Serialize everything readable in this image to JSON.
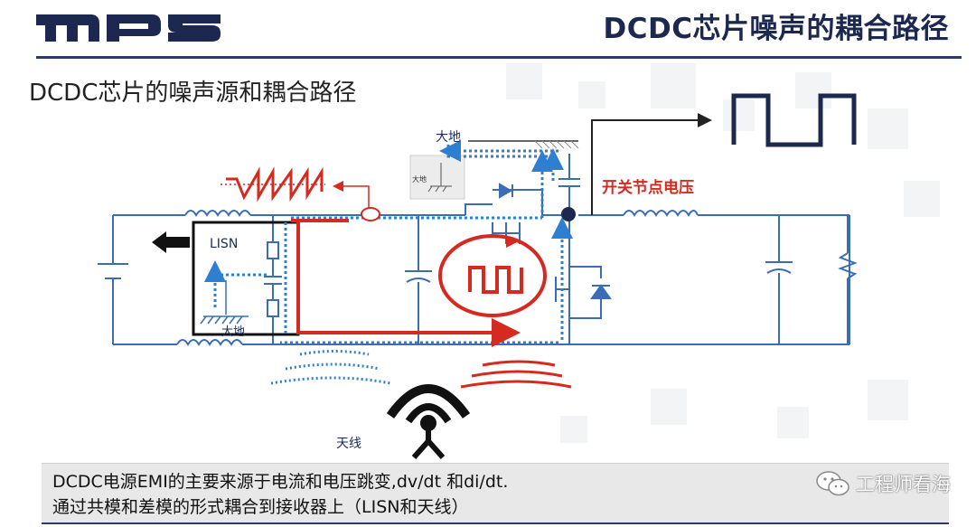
{
  "header": {
    "logo_text": "mps",
    "title": "DCDC芯片噪声的耦合路径"
  },
  "subtitle": "DCDC芯片的噪声源和耦合路径",
  "diagram": {
    "lisn_label": "LISN",
    "ground_small_label": "大地",
    "ground_top_label": "大地",
    "inset_label": "大地",
    "switch_node_label": "开关节点电压",
    "antenna_label": "天线"
  },
  "caption": {
    "line1": "DCDC电源EMI的主要来源于电流和电压跳变,dv/dt 和di/dt.",
    "line2": "通过共模和差模的形式耦合到接收器上（LISN和天线）"
  },
  "watermark": {
    "text": "工程师看海",
    "icon": "wechat-icon"
  },
  "colors": {
    "navy": "#1c2850",
    "circuit": "#3a6db5",
    "noise_red": "#d42a1f",
    "dotted_blue": "#2f7fd0"
  }
}
